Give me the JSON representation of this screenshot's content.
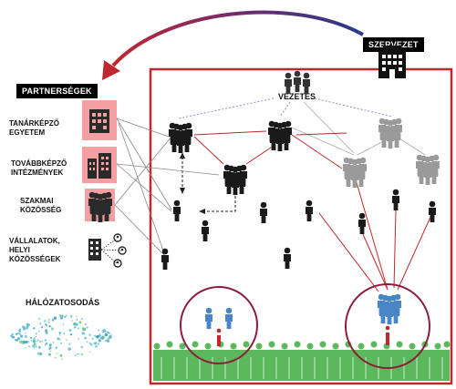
{
  "partners_title": "PARTNERSÉGEK",
  "org_title": "SZERVEZET",
  "leadership_label": "VEZETÉS",
  "networking_label": "HÁLÓZATOSODÁS",
  "partners": [
    {
      "line1": "TANÁRKÉPZŐ",
      "line2": "EGYETEM",
      "line3": "",
      "icon": "university-building-icon"
    },
    {
      "line1": "TOVÁBBKÉPZŐ",
      "line2": "INTÉZMÉNYEK",
      "line3": "",
      "icon": "institution-buildings-icon"
    },
    {
      "line1": "SZAKMAI",
      "line2": "KÖZÖSSÉG",
      "line3": "",
      "icon": "professional-community-icon"
    },
    {
      "line1": "VÁLLALATOK,",
      "line2": "HELYI",
      "line3": "KÖZÖSSÉGEK",
      "icon": "company-network-icon"
    }
  ],
  "colors": {
    "accent": "#c0282d",
    "arrow_start": "#2a3a8c",
    "pink": "#f4a0a3",
    "crowd": "#5cb85c",
    "blue_people": "#4a86c5",
    "maroon": "#8a1e3c",
    "gray_people": "#9a9a9a"
  }
}
